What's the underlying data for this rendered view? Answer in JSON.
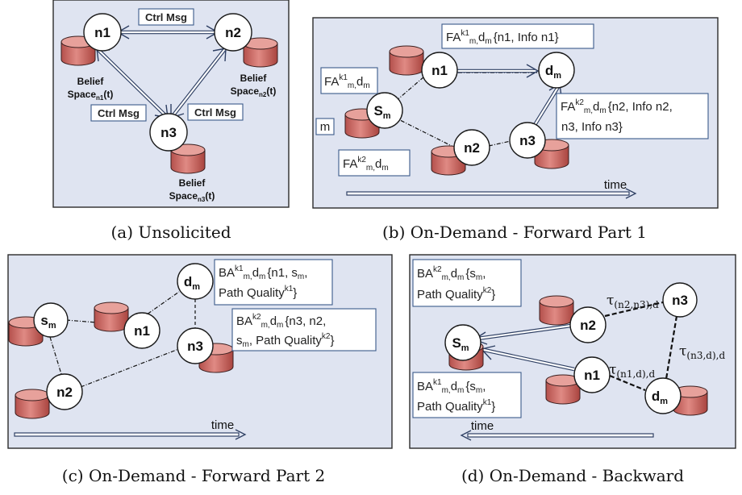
{
  "panel_a": {
    "caption": "(a)  Unsolicited",
    "ctrl_msg": "Ctrl Msg",
    "belief": "Belief",
    "space": "Space",
    "sub_n1": "n1",
    "sub_n2": "n2",
    "sub_n3": "n3",
    "t_suffix": "(t)",
    "n1": "n1",
    "n2": "n2",
    "n3": "n3"
  },
  "panel_b": {
    "caption": "(b)  On-Demand - Forward Part 1",
    "fa": "FA",
    "k1": "k1",
    "k2": "k2",
    "sub_md": "m,",
    "d": "d",
    "m": "m",
    "fa_n1_rest": "{n1, Info n1}",
    "fa_n3_rest1": "{n2, Info n2,",
    "fa_n3_rest2": "n3, Info n3}",
    "m_box": "m",
    "n1": "n1",
    "n2": "n2",
    "n3": "n3",
    "s": "S",
    "dm": "d",
    "time": "time"
  },
  "panel_c": {
    "caption": "(c)  On-Demand - Forward Part 2",
    "ba": "BA",
    "k1": "k1",
    "k2": "k2",
    "sub_md": "m,",
    "d": "d",
    "m": "m",
    "ba1_rest1": "{n1, s",
    "ba1_rest1_end": ",",
    "ba1_rest2": "Path Quality",
    "ba2_rest1": "{n3, n2,",
    "ba2_rest2a": "s",
    "ba2_rest2b": ", Path Quality",
    "ba2_rest2c": "}",
    "ba1_close": "}",
    "n1": "n1",
    "n2": "n2",
    "n3": "n3",
    "s": "s",
    "dm": "d",
    "time": "time"
  },
  "panel_d": {
    "caption": "(d)  On-Demand - Backward",
    "ba": "BA",
    "k1": "k1",
    "k2": "k2",
    "sub_md": "m,",
    "d": "d",
    "m": "m",
    "ba_rest1a": "{s",
    "ba_rest1b": ",",
    "ba_rest2": "Path Quality",
    "close": "}",
    "tau": "τ",
    "tau1_sub": "(n2,n3),d",
    "tau2_sub": "(n3,d),d",
    "tau3_sub": "(n1,d),d",
    "n1": "n1",
    "n2": "n2",
    "n3": "n3",
    "s": "S",
    "dm": "d",
    "time": "time"
  },
  "colors": {
    "panel_bg": "#dfe4f1",
    "cylinder": "#d3706b",
    "box_border": "#3b5a8a"
  }
}
